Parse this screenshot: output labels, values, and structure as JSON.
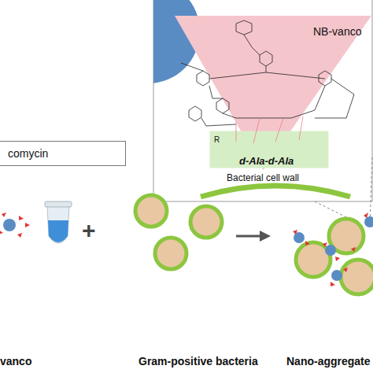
{
  "diagram": {
    "nodes": [
      {
        "text": [
          "NB-vanco"
        ]
      },
      {
        "text": [
          "d-Ala-d-Ala",
          "R"
        ]
      },
      {
        "text": [
          "comycin"
        ]
      }
    ],
    "labels": [
      "Bacterial cell wall",
      "vanco",
      "+",
      "Gram-positive bacteria",
      "Nano-aggregate"
    ]
  }
}
